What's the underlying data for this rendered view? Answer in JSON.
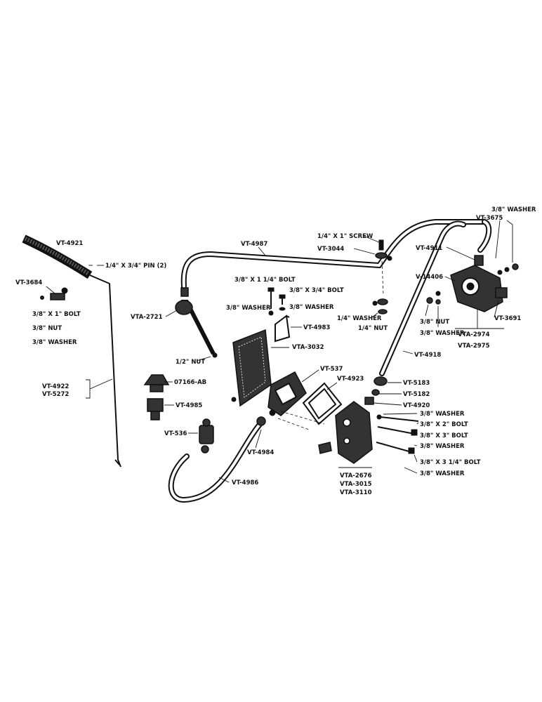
{
  "labels": {
    "vt4921": "VT-4921",
    "pin": "1/4\" X 3/4\" PIN (2)",
    "vt3684": "VT-3684",
    "bolt_3_8x1": "3/8\" X 1\" BOLT",
    "nut_3_8": "3/8\" NUT",
    "washer_3_8": "3/8\" WASHER",
    "vt4922": "VT-4922",
    "vt5272": "VT-5272",
    "vt4987": "VT-4987",
    "vta2721": "VTA-2721",
    "nut_1_2": "1/2\" NUT",
    "bolt_3_8x1_1_4": "3/8\" X 1 1/4\" BOLT",
    "bolt_3_8x3_4": "3/8\" X 3/4\" BOLT",
    "washer_a": "3/8\" WASHER",
    "washer_b": "3/8\" WASHER",
    "vt4983": "VT-4983",
    "vta3032": "VTA-3032",
    "o7166": "07166-AB",
    "vt4985": "VT-4985",
    "vt536": "VT-536",
    "vt537": "VT-537",
    "vt4984": "VT-4984",
    "vt4986": "VT-4986",
    "screw": "1/4\" X 1\" SCREW",
    "vt3044": "VT-3044",
    "washer_1_4": "1/4\" WASHER",
    "nut_1_4": "1/4\" NUT",
    "vt4923": "VT-4923",
    "vta2676": "VTA-2676",
    "vta3015": "VTA-3015",
    "vta3110": "VTA-3110",
    "washer_top": "3/8\" WASHER",
    "vt3675": "VT-3675",
    "vt4911": "VT-4911",
    "v14406": "V-14406",
    "nut_r": "3/8\" NUT",
    "washer_r": "3/8\" WASHER",
    "vta2974": "VTA-2974",
    "vta2975": "VTA-2975",
    "vt3691": "VT-3691",
    "vt4918": "VT-4918",
    "vt5183": "VT-5183",
    "vt5182": "VT-5182",
    "vt4920": "VT-4920",
    "washer_c": "3/8\" WASHER",
    "bolt_3_8x2": "3/8\" X 2\" BOLT",
    "bolt_3_8x3": "3/8\" X 3\" BOLT",
    "washer_d": "3/8\" WASHER",
    "bolt_3_8x3_1_4": "3/8\" X 3 1/4\" BOLT",
    "washer_e": "3/8\" WASHER"
  }
}
